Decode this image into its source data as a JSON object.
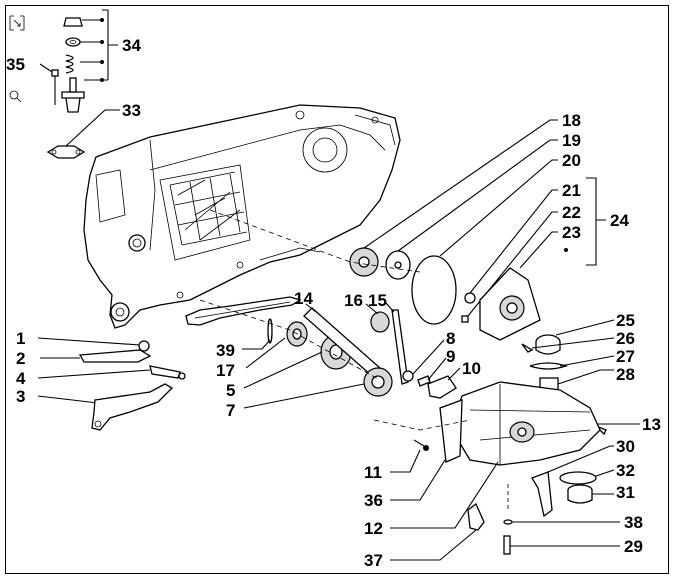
{
  "toolbar": {
    "expand_icon": "expand-brackets-icon",
    "zoom_icon": "magnifier-zoom-icon"
  },
  "callouts": [
    {
      "id": "1",
      "label": "1"
    },
    {
      "id": "2",
      "label": "2"
    },
    {
      "id": "3",
      "label": "3"
    },
    {
      "id": "4",
      "label": "4"
    },
    {
      "id": "5",
      "label": "5"
    },
    {
      "id": "7",
      "label": "7"
    },
    {
      "id": "8",
      "label": "8"
    },
    {
      "id": "9",
      "label": "9"
    },
    {
      "id": "10",
      "label": "10"
    },
    {
      "id": "11",
      "label": "11"
    },
    {
      "id": "12",
      "label": "12"
    },
    {
      "id": "13",
      "label": "13"
    },
    {
      "id": "14",
      "label": "14"
    },
    {
      "id": "15",
      "label": "15"
    },
    {
      "id": "16",
      "label": "16"
    },
    {
      "id": "17",
      "label": "17"
    },
    {
      "id": "18",
      "label": "18"
    },
    {
      "id": "19",
      "label": "19"
    },
    {
      "id": "20",
      "label": "20"
    },
    {
      "id": "21",
      "label": "21"
    },
    {
      "id": "22",
      "label": "22"
    },
    {
      "id": "23",
      "label": "23"
    },
    {
      "id": "24",
      "label": "24"
    },
    {
      "id": "25",
      "label": "25"
    },
    {
      "id": "26",
      "label": "26"
    },
    {
      "id": "27",
      "label": "27"
    },
    {
      "id": "28",
      "label": "28"
    },
    {
      "id": "29",
      "label": "29"
    },
    {
      "id": "30",
      "label": "30"
    },
    {
      "id": "31",
      "label": "31"
    },
    {
      "id": "32",
      "label": "32"
    },
    {
      "id": "33",
      "label": "33"
    },
    {
      "id": "34",
      "label": "34"
    },
    {
      "id": "35",
      "label": "35"
    },
    {
      "id": "36",
      "label": "36"
    },
    {
      "id": "37",
      "label": "37"
    },
    {
      "id": "38",
      "label": "38"
    },
    {
      "id": "39",
      "label": "39"
    }
  ]
}
